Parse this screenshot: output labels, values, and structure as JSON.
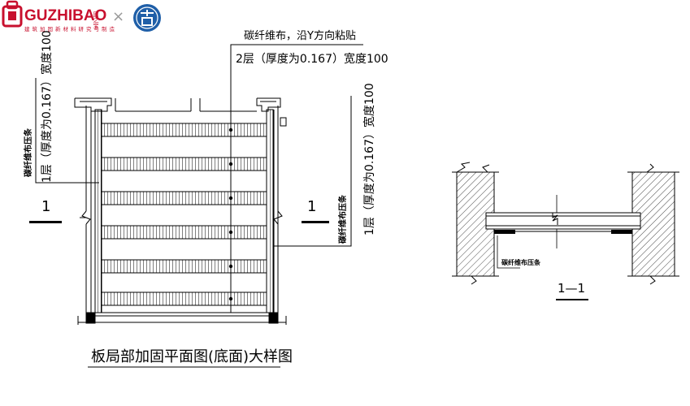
{
  "brand": {
    "name": "GUZHIBAO",
    "side_text": "固之宝",
    "slogan": "建筑加固新材料研究与制造",
    "times": "×",
    "accent": "#c8102e",
    "badge_color": "#1f5fa8"
  },
  "plan": {
    "title": "板局部加固平面图(底面)大样图",
    "top_label_line1": "碳纤维布，沿Y方向粘贴",
    "top_label_line2": "2层（厚度为0.167）宽度100",
    "left_label_a": "碳纤维布压条",
    "left_label_b": "1层（厚度为0.167）宽度100",
    "right_label_a": "碳纤维布压条",
    "right_label_b": "1层（厚度为0.167）宽度100",
    "section_mark_left": "1",
    "section_mark_right": "1"
  },
  "section": {
    "title": "1—1",
    "label": "碳纤维布压条"
  }
}
